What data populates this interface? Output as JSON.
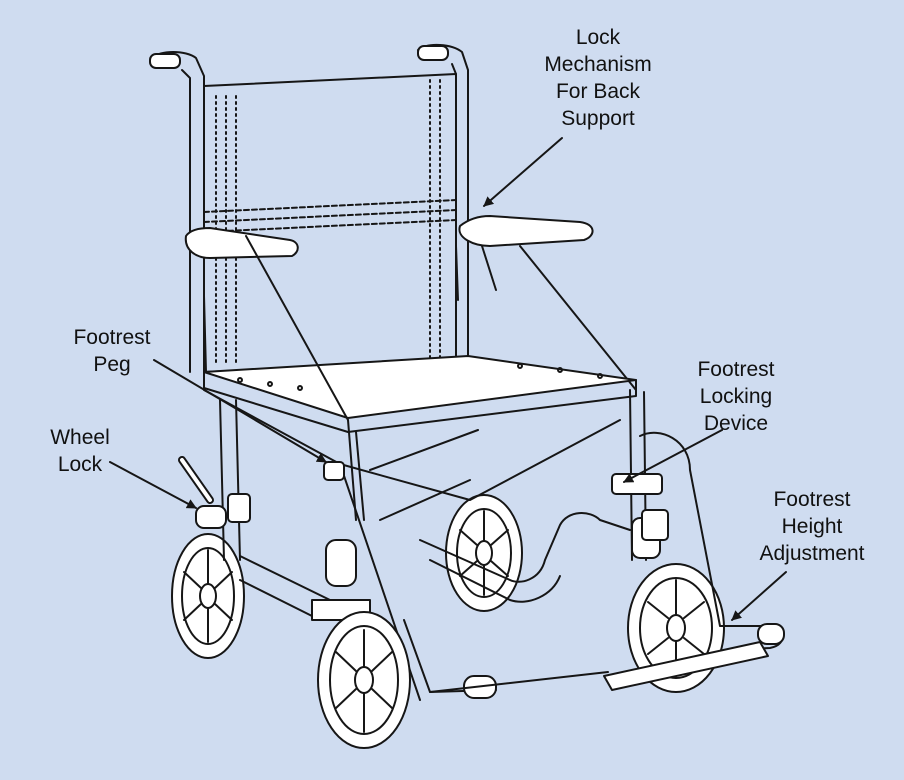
{
  "colors": {
    "background": "#cfdcf0",
    "line": "#161616",
    "fill": "#ffffff"
  },
  "callouts": {
    "lock_mechanism": {
      "lines": [
        "Lock",
        "Mechanism",
        "For Back",
        "Support"
      ]
    },
    "footrest_peg": {
      "lines": [
        "Footrest",
        "Peg"
      ]
    },
    "wheel_lock": {
      "lines": [
        "Wheel",
        "Lock"
      ]
    },
    "footrest_locking_device": {
      "lines": [
        "Footrest",
        "Locking",
        "Device"
      ]
    },
    "footrest_height_adjustment": {
      "lines": [
        "Footrest",
        "Height",
        "Adjustment"
      ]
    }
  }
}
